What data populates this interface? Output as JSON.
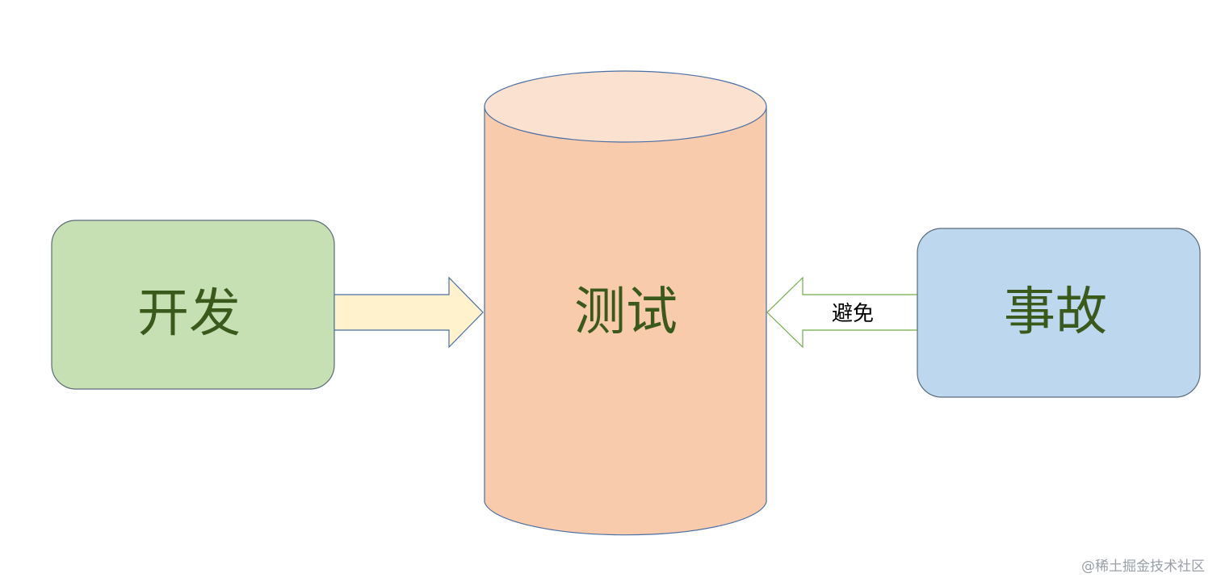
{
  "nodes": {
    "dev": {
      "label": "开发",
      "fill": "#c6e0b4",
      "stroke": "#5b6b7a",
      "text_color": "#3a5a1c"
    },
    "test": {
      "label": "测试",
      "fill": "#f8cbad",
      "top_fill": "#fbe1d0",
      "stroke": "#4a6fa5",
      "text_color": "#3a5a1c"
    },
    "incident": {
      "label": "事故",
      "fill": "#bdd7ee",
      "stroke": "#5b6b7a",
      "text_color": "#3a5a1c"
    }
  },
  "edges": {
    "dev_to_test": {
      "label": "",
      "fill": "#fff2cc",
      "stroke": "#4a6fa5"
    },
    "incident_to_test": {
      "label": "避免",
      "fill": "#ffffff",
      "stroke": "#70ad47"
    }
  },
  "watermark": "@稀土掘金技术社区"
}
